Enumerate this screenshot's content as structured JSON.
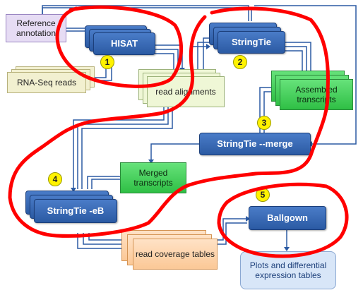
{
  "colors": {
    "tool_blue": "#2b5aa3",
    "annotation_red": "#ff0000",
    "step_badge_yellow": "#fff200",
    "merged_green": "#33c24a",
    "coverage_orange": "#fbc896"
  },
  "inputs": {
    "reference_annotation": "Reference annotation",
    "rna_seq_reads": "RNA-Seq reads"
  },
  "tools": {
    "hisat": "HISAT",
    "stringtie": "StringTie",
    "stringtie_merge": "StringTie --merge",
    "stringtie_eb": "StringTie -eB",
    "ballgown": "Ballgown"
  },
  "data_products": {
    "read_alignments": "read alignments",
    "assembled_transcripts": "Assembled transcripts",
    "merged_transcripts": "Merged transcripts",
    "read_coverage_tables": "read coverage tables",
    "plots_tables": "Plots and differential expression tables"
  },
  "steps": [
    "1",
    "2",
    "3",
    "4",
    "5"
  ]
}
